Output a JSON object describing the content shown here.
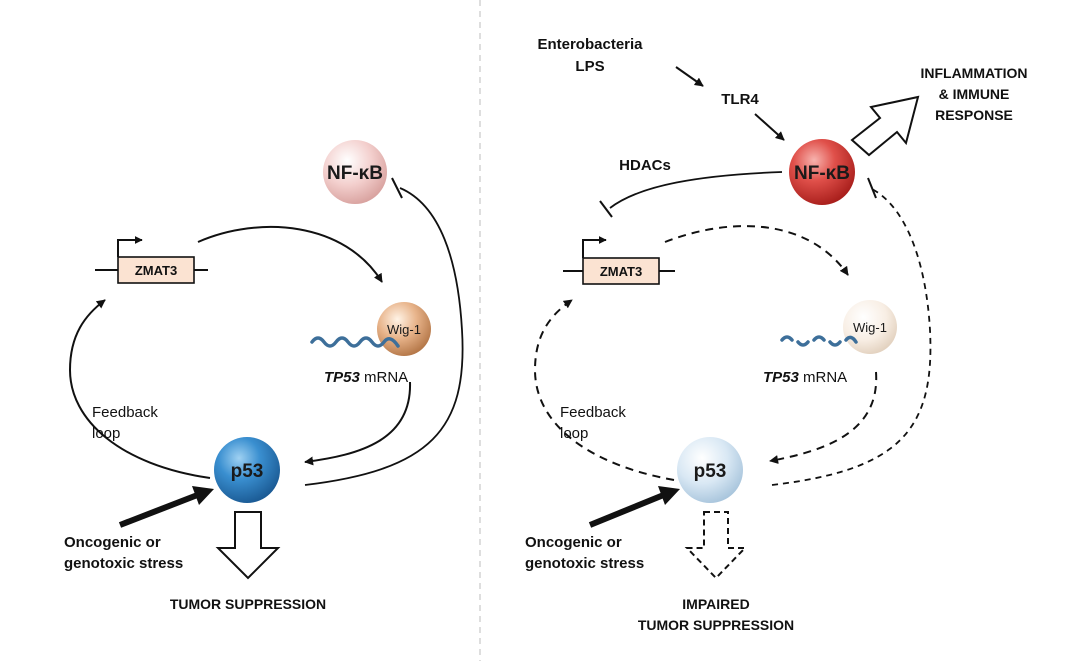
{
  "left": {
    "gene": "ZMAT3",
    "nfkb": "NF-κB",
    "wig1": "Wig-1",
    "tp53_italic": "TP53",
    "tp53_rest": " mRNA",
    "p53": "p53",
    "feedback_line1": "Feedback",
    "feedback_line2": "loop",
    "stress_line1": "Oncogenic or",
    "stress_line2": "genotoxic stress",
    "outcome": "TUMOR SUPPRESSION"
  },
  "right": {
    "enterobacteria": "Enterobacteria",
    "lps": "LPS",
    "tlr4": "TLR4",
    "hdacs": "HDACs",
    "nfkb": "NF-κB",
    "inflammation_line1": "INFLAMMATION",
    "inflammation_line2": "& IMMUNE",
    "inflammation_line3": "RESPONSE",
    "gene": "ZMAT3",
    "wig1": "Wig-1",
    "tp53_italic": "TP53",
    "tp53_rest": " mRNA",
    "p53": "p53",
    "feedback_line1": "Feedback",
    "feedback_line2": "loop",
    "stress_line1": "Oncogenic or",
    "stress_line2": "genotoxic stress",
    "outcome_line1": "IMPAIRED",
    "outcome_line2": "TUMOR SUPPRESSION"
  }
}
